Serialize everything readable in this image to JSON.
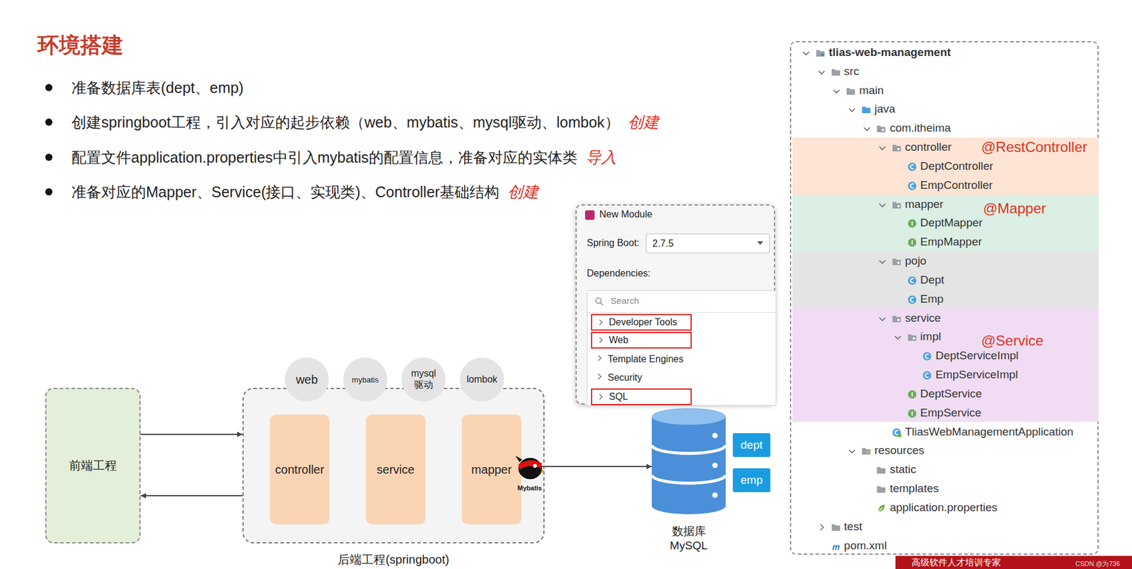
{
  "diagram": {
    "title": "环境搭建",
    "nodes": [
      {
        "text": [
          "前端工程"
        ]
      },
      {
        "text": [
          "后端工程(springboot)"
        ]
      },
      {
        "text": [
          "controller"
        ],
        "in": 1
      },
      {
        "text": [
          "service"
        ],
        "in": 1
      },
      {
        "text": [
          "mapper"
        ],
        "in": 1
      },
      {
        "text": [
          "web"
        ]
      },
      {
        "text": [
          "mybatis"
        ]
      },
      {
        "text": [
          "mysql 驱动"
        ]
      },
      {
        "text": [
          "lombok"
        ]
      },
      {
        "text": [
          "数据库 MySQL"
        ]
      },
      {
        "text": [
          "dept"
        ]
      },
      {
        "text": [
          "emp"
        ]
      },
      {
        "text": [
          "New Module",
          "Spring Boot:",
          "Dependencies:"
        ]
      },
      {
        "text": [
          "2.7.5"
        ],
        "in": 12
      },
      {
        "text": [
          "Search"
        ],
        "in": 12
      },
      {
        "text": [
          "Developer Tools"
        ],
        "in": 14
      },
      {
        "text": [
          "Web"
        ],
        "in": 14
      },
      {
        "text": [
          "Template Engines"
        ],
        "in": 14
      },
      {
        "text": [
          "Security"
        ],
        "in": 14
      },
      {
        "text": [
          "SQL"
        ],
        "in": 14
      },
      {
        "text": [
          "tlias-web-management",
          "src",
          "main",
          "java",
          "com.itheima",
          "TliasWebManagementApplication",
          "resources",
          "static",
          "templates",
          "application.properties",
          "test",
          "pom.xml"
        ]
      },
      {
        "text": [
          "controller",
          "@RestController",
          "DeptController",
          "EmpController"
        ],
        "in": 20
      },
      {
        "text": [
          "mapper",
          "@Mapper",
          "DeptMapper",
          "EmpMapper"
        ],
        "in": 20
      },
      {
        "text": [
          "pojo",
          "Dept",
          "Emp"
        ],
        "in": 20
      },
      {
        "text": [
          "service",
          "impl",
          "@Service",
          "DeptServiceImpl",
          "EmpServiceImpl",
          "DeptService",
          "EmpService"
        ],
        "in": 20
      }
    ],
    "edges": [
      {
        "from": 0,
        "to": 1,
        "arrow": "to"
      },
      {
        "from": 1,
        "to": 0,
        "arrow": "to"
      },
      {
        "from": 4,
        "to": 9,
        "arrow": "both"
      }
    ],
    "labels": [
      "准备数据库表(dept、emp)",
      "创建springboot工程，引入对应的起步依赖（web、mybatis、mysql驱动、lombok）",
      "配置文件application.properties中引入mybatis的配置信息，准备对应的实体类",
      "准备对应的Mapper、Service(接口、实现类)、Controller基础结构",
      "创建",
      "导入",
      "创建",
      "Mybatis",
      "CSDN @为736",
      "高级软件人才培训专家"
    ]
  }
}
